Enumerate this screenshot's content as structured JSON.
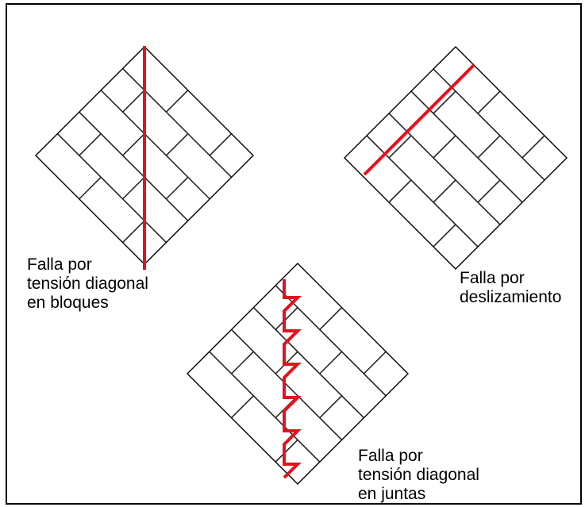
{
  "colors": {
    "frame": "#000000",
    "brick": "#222222",
    "crack": "#e8101a",
    "background": "#ffffff"
  },
  "panels": [
    {
      "id": "diagonal-tension-blocks",
      "crack": "vertical",
      "caption": [
        "Falla por",
        "tensión diagonal",
        "en bloques"
      ]
    },
    {
      "id": "sliding",
      "crack": "bed-joint",
      "caption": [
        "Falla por",
        "deslizamiento"
      ]
    },
    {
      "id": "diagonal-tension-joints",
      "crack": "stepped",
      "caption": [
        "Falla por",
        "tensión diagonal",
        "en juntas"
      ]
    }
  ]
}
